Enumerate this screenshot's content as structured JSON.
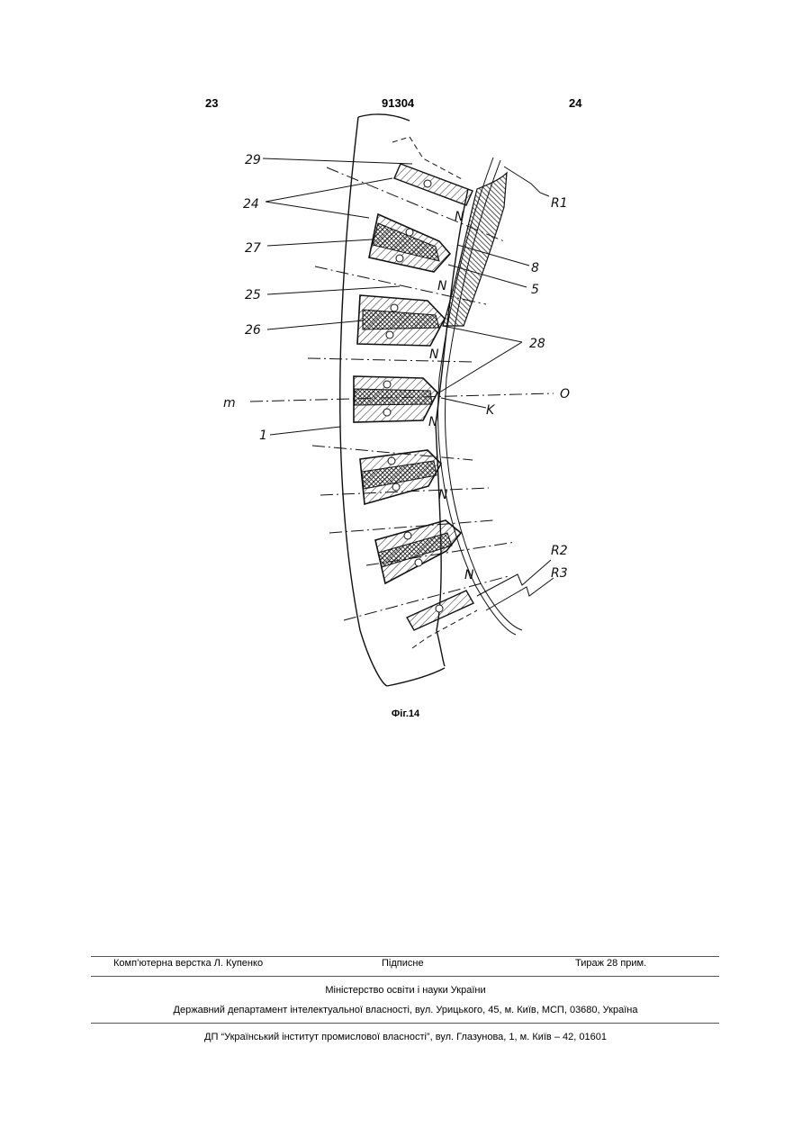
{
  "header": {
    "page_left": "23",
    "patent_number": "91304",
    "page_right": "24"
  },
  "figure": {
    "caption": "Фіг.14",
    "labels": {
      "l29": "29",
      "l24": "24",
      "l27": "27",
      "l25": "25",
      "l26": "26",
      "lm": "m",
      "l1": "1",
      "l8": "8",
      "l5": "5",
      "l28": "28",
      "lo": "O",
      "lk": "K",
      "lr1": "R1",
      "lr2": "R2",
      "lr3": "R3",
      "n1": "N",
      "n2": "N",
      "n3": "N",
      "n4": "N",
      "n5": "N",
      "n6": "N"
    }
  },
  "footer": {
    "typesetting": "Комп’ютерна верстка Л. Купенко",
    "subscription": "Підписне",
    "circulation": "Тираж 28 прим.",
    "ministry": "Міністерство освіти і науки України",
    "department": "Державний департамент інтелектуальної власності, вул. Урицького, 45, м. Київ, МСП, 03680, Україна",
    "publisher": "ДП “Український інститут промислової власності”, вул. Глазунова, 1, м. Київ – 42, 01601"
  }
}
